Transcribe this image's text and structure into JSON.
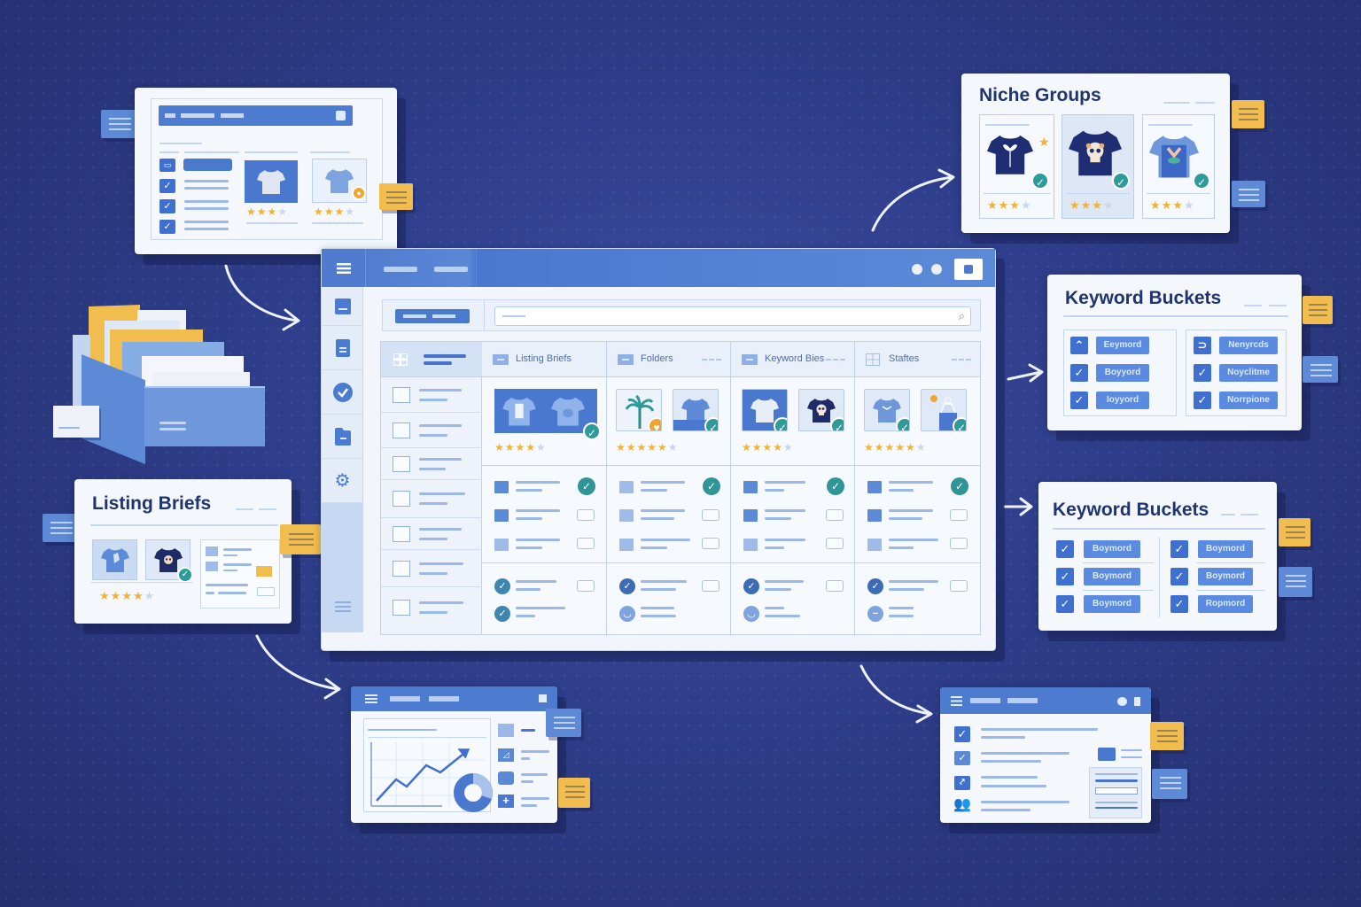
{
  "colors": {
    "background": "#2e3d8a",
    "accent": "#4a7acd",
    "teal_check": "#2f9597",
    "star": "#f2b233",
    "note_yellow": "#f1bd4e",
    "note_blue": "#5d89d6",
    "heading": "#1f3470"
  },
  "main_window": {
    "titlebar": {
      "menu_icon": "hamburger-icon",
      "window_controls": [
        "dot",
        "dot",
        "square"
      ]
    },
    "sidebar": {
      "items": [
        {
          "icon": "hamburger-icon"
        },
        {
          "icon": "window-icon"
        },
        {
          "icon": "document-icon"
        },
        {
          "icon": "check-circle-icon"
        },
        {
          "icon": "file-icon"
        },
        {
          "icon": "gear-icon"
        },
        {
          "icon": "list-icon"
        }
      ]
    },
    "search": {
      "icon": "search-icon",
      "value": ""
    },
    "columns": [
      {
        "label": "Listing Briefs",
        "rating": 4,
        "thumbs": [
          "shirt-print",
          "shirt-bear"
        ],
        "thumb_badge": "check",
        "rows": [
          {
            "status": "check"
          },
          {
            "status": "toggle"
          },
          {
            "status": "toggle"
          }
        ],
        "footer": [
          {
            "status": "check"
          },
          {
            "status": "check"
          }
        ]
      },
      {
        "label": "Folders",
        "rating": 5,
        "thumbs": [
          "palm-tree",
          "shirt-splash"
        ],
        "thumb_badges": [
          "heart",
          "check"
        ],
        "rows": [
          {
            "status": "check"
          },
          {
            "status": "toggle"
          },
          {
            "status": "toggle"
          }
        ],
        "footer": [
          {
            "status": "check"
          },
          {
            "status": "pending"
          }
        ]
      },
      {
        "label": "Keyword Bies",
        "rating": 4,
        "thumbs": [
          "shirt-white",
          "shirt-skull"
        ],
        "thumb_badges": [
          "check",
          "check"
        ],
        "rows": [
          {
            "status": "check"
          },
          {
            "status": "toggle"
          },
          {
            "status": "toggle"
          }
        ],
        "footer": [
          {
            "status": "check"
          },
          {
            "status": "pending"
          }
        ]
      },
      {
        "label": "Staftes",
        "rating": 5,
        "thumbs": [
          "shirt-blue",
          "lab-bottle"
        ],
        "thumb_badges": [
          "check",
          "check"
        ],
        "rows": [
          {
            "status": "check"
          },
          {
            "status": "toggle"
          },
          {
            "status": "toggle"
          }
        ],
        "footer": [
          {
            "status": "check"
          },
          {
            "status": "pending"
          }
        ]
      }
    ],
    "left_rows": 7
  },
  "cards": {
    "listing_briefs": {
      "title": "Listing Briefs",
      "rating": 4
    },
    "niche_groups": {
      "title": "Niche Groups",
      "items": [
        {
          "design": "orchid-shirt",
          "rating": 3
        },
        {
          "design": "skull-shirt",
          "rating": 3
        },
        {
          "design": "bird-shirt",
          "rating": 3
        }
      ]
    },
    "keyword_buckets_1": {
      "title": "Keyword Buckets",
      "left": [
        "Eeymord",
        "Boyyord",
        "Ioyyord"
      ],
      "right": [
        "Nenyrcds",
        "Noyclitme",
        "Norrpione"
      ]
    },
    "keyword_buckets_2": {
      "title": "Keyword Buckets",
      "left": [
        "Boymord",
        "Boymord",
        "Boymord"
      ],
      "right": [
        "Boymord",
        "Boymord",
        "Ropmord"
      ]
    },
    "analytics": {
      "chart_icon": "trend-up-chart",
      "donut_icon": "donut-chart"
    },
    "task_list": {
      "icons": [
        "check-icon",
        "edit-check-icon",
        "link-icon",
        "users-icon"
      ]
    }
  }
}
